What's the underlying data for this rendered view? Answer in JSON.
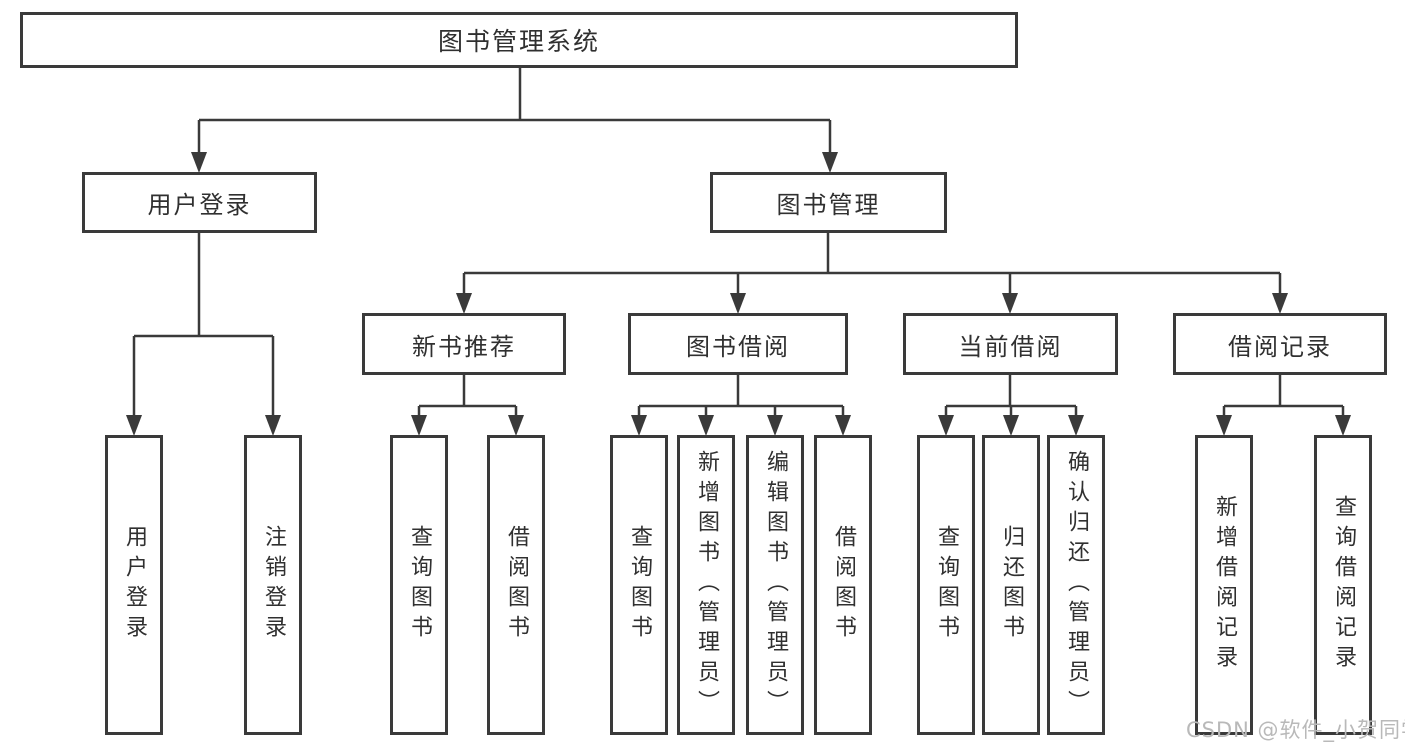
{
  "root": {
    "label": "图书管理系统"
  },
  "branches": [
    {
      "label": "用户登录",
      "children": [
        {
          "label": "用户登录"
        },
        {
          "label": "注销登录"
        }
      ]
    },
    {
      "label": "图书管理",
      "children": [
        {
          "label": "新书推荐",
          "children": [
            {
              "label": "查询图书"
            },
            {
              "label": "借阅图书"
            }
          ]
        },
        {
          "label": "图书借阅",
          "children": [
            {
              "label": "查询图书"
            },
            {
              "label": "新增图书（管理员）"
            },
            {
              "label": "编辑图书（管理员）"
            },
            {
              "label": "借阅图书"
            }
          ]
        },
        {
          "label": "当前借阅",
          "children": [
            {
              "label": "查询图书"
            },
            {
              "label": "归还图书"
            },
            {
              "label": "确认归还（管理员）"
            }
          ]
        },
        {
          "label": "借阅记录",
          "children": [
            {
              "label": "新增借阅记录"
            },
            {
              "label": "查询借阅记录"
            }
          ]
        }
      ]
    }
  ],
  "watermark": {
    "text": "CSDN @软件_小贺同学"
  },
  "colors": {
    "line": "#3a3a3a",
    "text": "#303030",
    "box_background": "#ffffff",
    "watermark": "#b9b9b9"
  }
}
